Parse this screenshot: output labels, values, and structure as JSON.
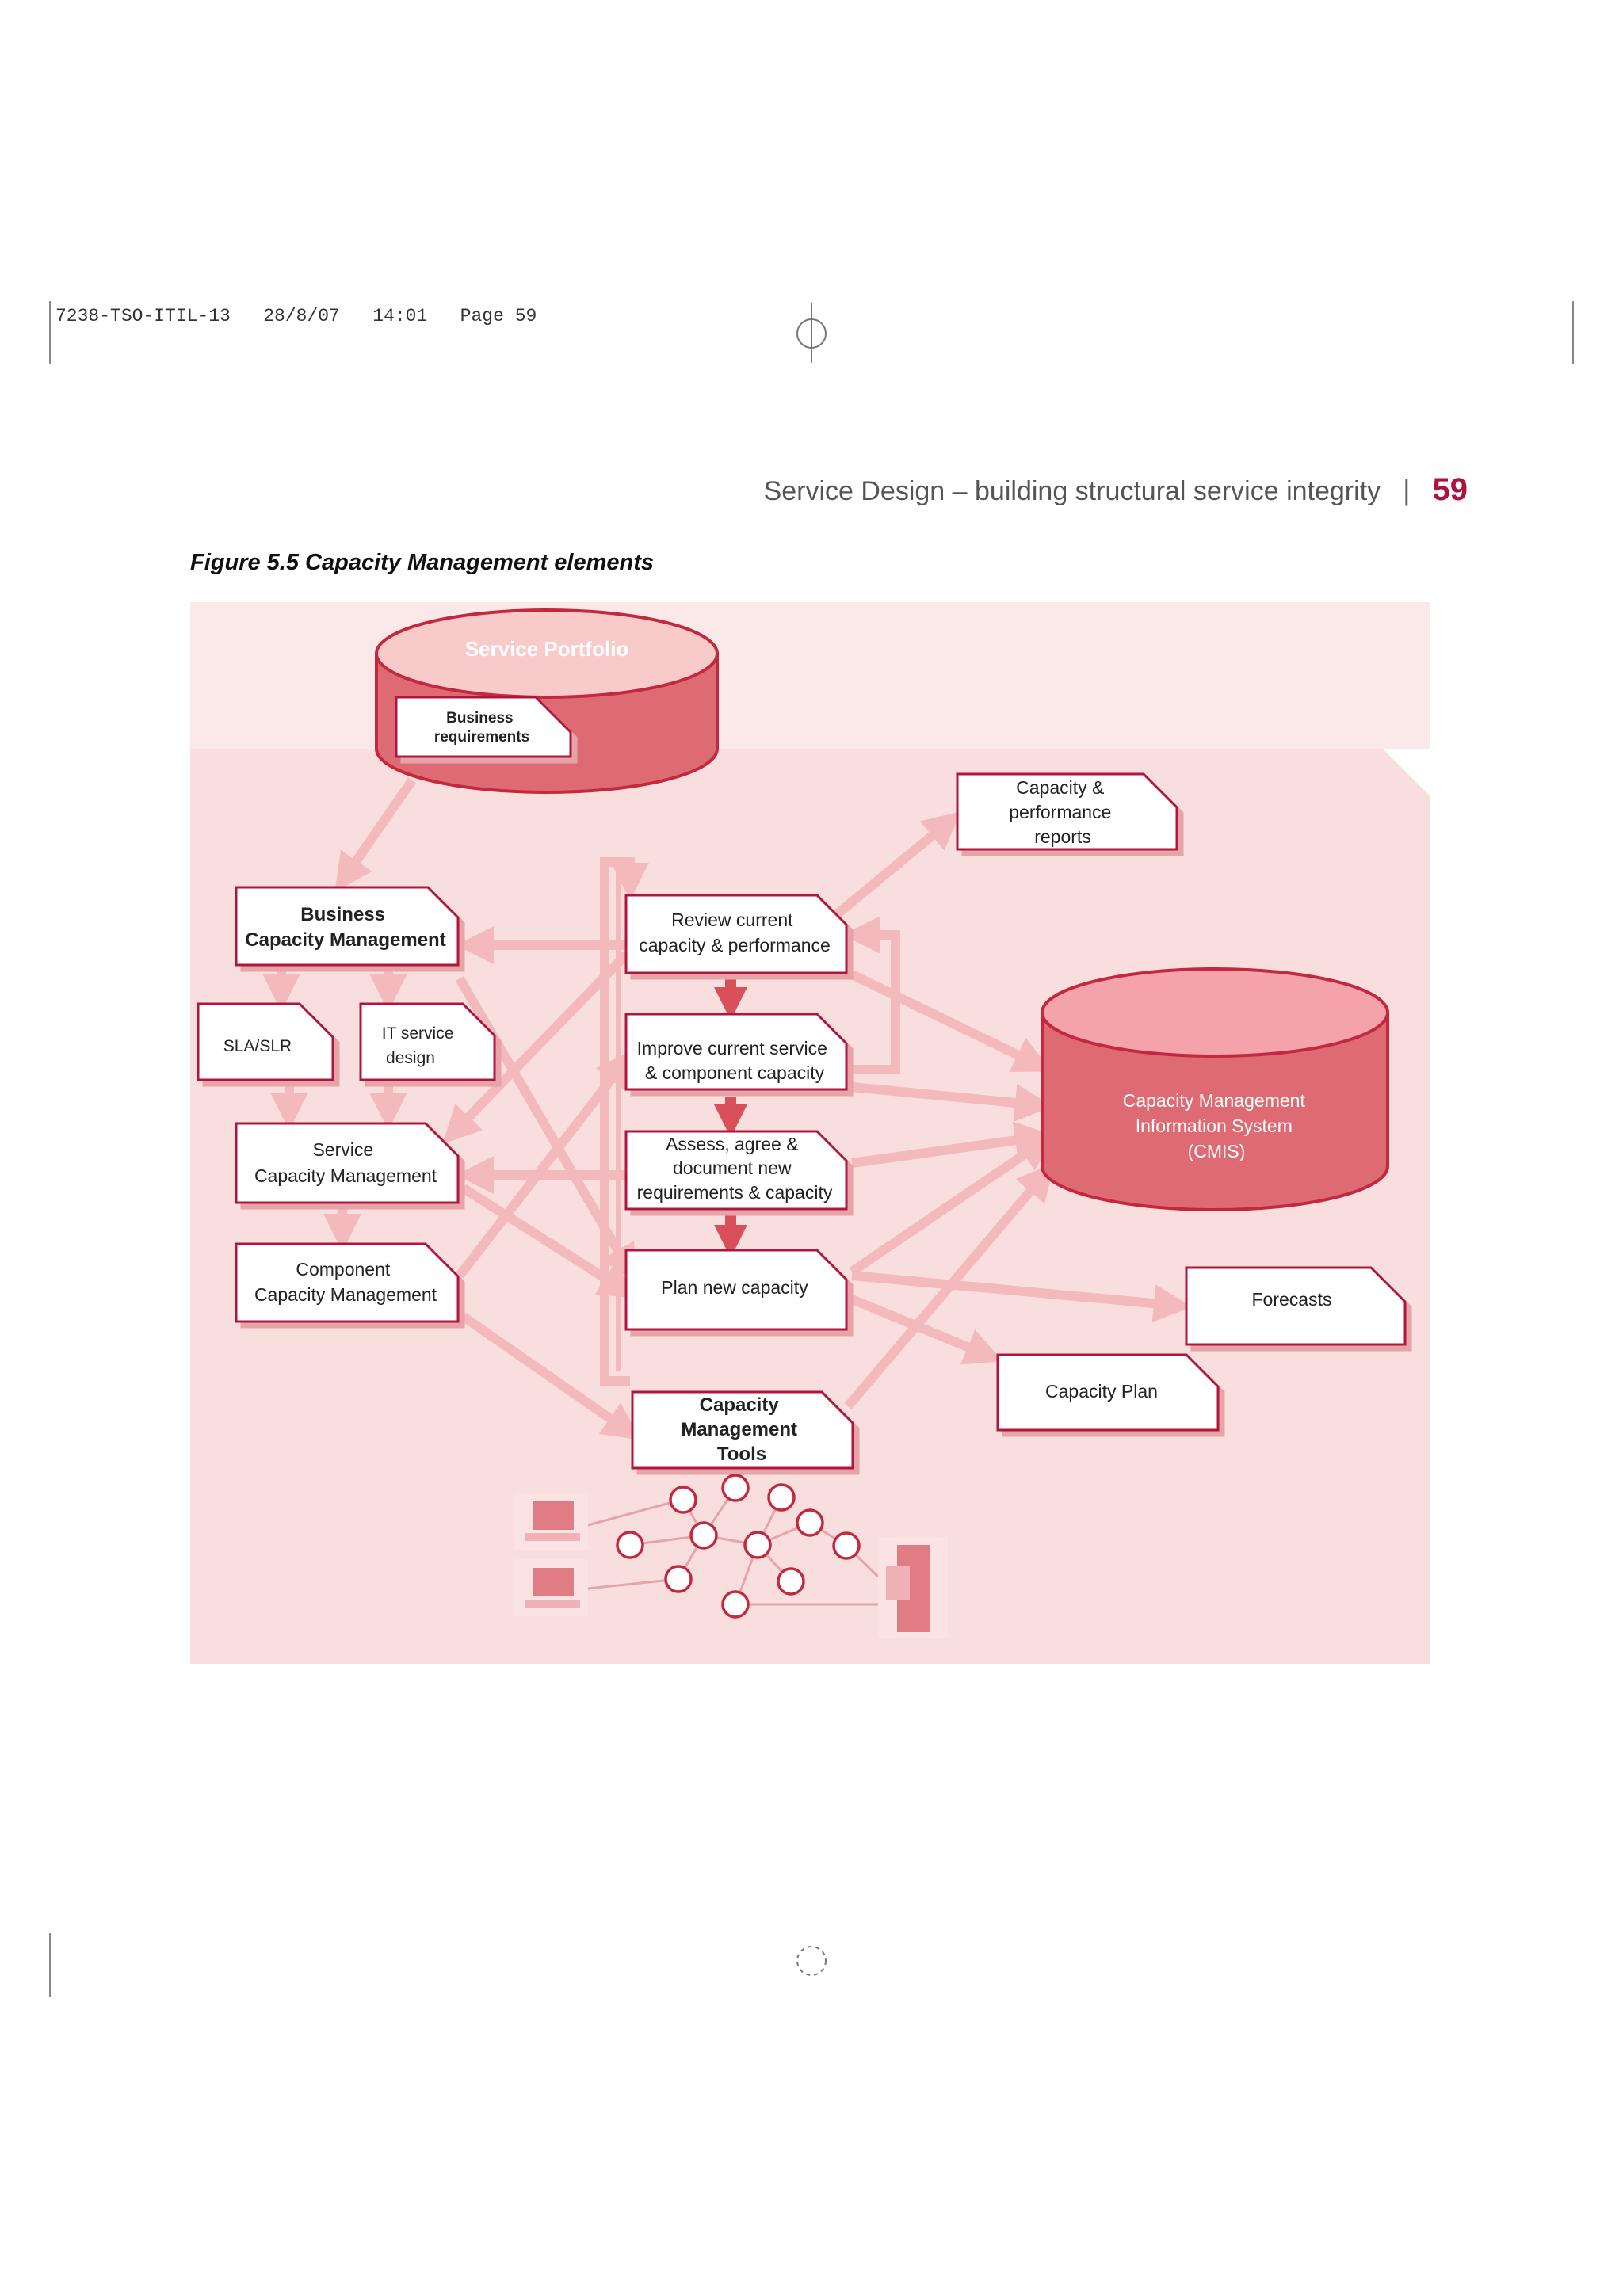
{
  "slug": "7238-TSO-ITIL-13   28/8/07   14:01   Page 59",
  "header": {
    "title": "Service Design – building structural service integrity",
    "page_number": "59"
  },
  "figure": {
    "caption": "Figure 5.5 Capacity Management elements",
    "service_portfolio": "Service Portfolio",
    "business_requirements": [
      "Business",
      "requirements"
    ],
    "business_capacity": [
      "Business",
      "Capacity Management"
    ],
    "sla_slr": "SLA/SLR",
    "it_service_design": [
      "IT service",
      "design"
    ],
    "service_capacity": [
      "Service",
      "Capacity Management"
    ],
    "component_capacity": [
      "Component",
      "Capacity Management"
    ],
    "review": [
      "Review current",
      "capacity & performance"
    ],
    "improve": [
      "Improve current service",
      "& component capacity"
    ],
    "assess": [
      "Assess, agree &",
      "document new",
      "requirements & capacity"
    ],
    "plan_new": "Plan new capacity",
    "tools": [
      "Capacity",
      "Management",
      "Tools"
    ],
    "perf_reports": [
      "Capacity &",
      "performance",
      "reports"
    ],
    "cmis": [
      "Capacity Management",
      "Information System",
      "(CMIS)"
    ],
    "forecasts": "Forecasts",
    "capacity_plan": "Capacity Plan"
  },
  "colors": {
    "accent": "#b0123e",
    "panel": "#f9dede",
    "panel_top": "#fbe8e8",
    "cylinder": "#de6b73",
    "arrow_light": "#f3b9bc",
    "arrow_dark": "#d9505b"
  }
}
